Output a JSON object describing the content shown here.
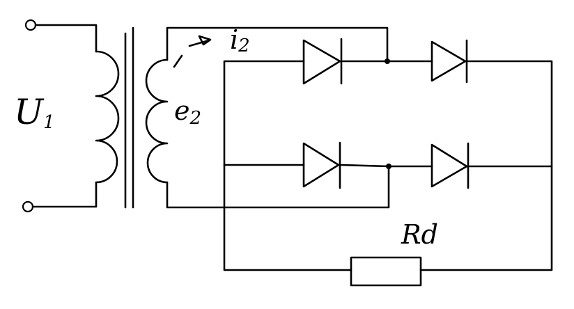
{
  "diagram": {
    "labels": {
      "primary_voltage": "U",
      "primary_voltage_sub": "1",
      "secondary_emf": "e",
      "secondary_emf_sub": "2",
      "secondary_current": "i",
      "secondary_current_sub": "2",
      "load_resistor": "Rd"
    }
  }
}
